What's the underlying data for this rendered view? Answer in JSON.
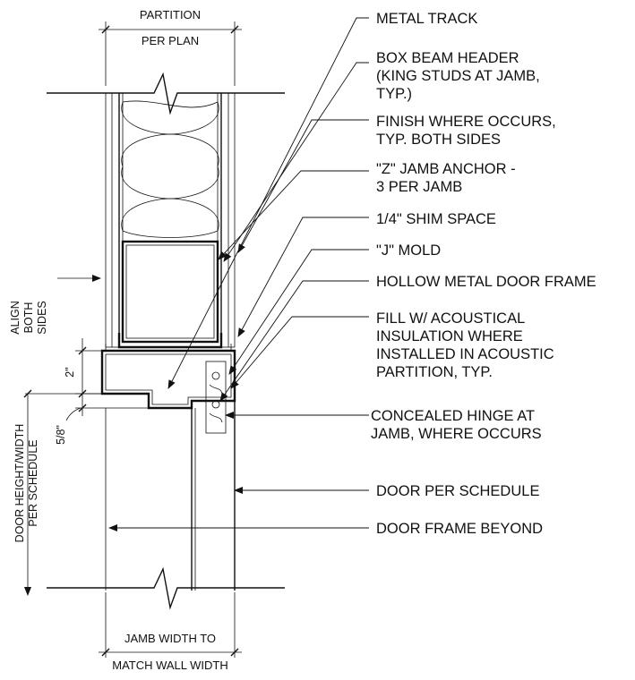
{
  "dimensions": {
    "partition_line1": "PARTITION",
    "partition_line2": "PER PLAN",
    "align_line1": "ALIGN",
    "align_line2": "BOTH",
    "align_line3": "SIDES",
    "two_inch": "2\"",
    "five_eighths": "5/8\"",
    "door_height_line1": "DOOR HEIGHT/WIDTH",
    "door_height_line2": "PER SCHEDULE",
    "jamb_width_line1": "JAMB WIDTH TO",
    "jamb_width_line2": "MATCH WALL WIDTH"
  },
  "callouts": [
    {
      "lines": [
        "METAL TRACK"
      ]
    },
    {
      "lines": [
        "BOX BEAM HEADER",
        "(KING STUDS AT JAMB,",
        "TYP.)"
      ]
    },
    {
      "lines": [
        "FINISH WHERE OCCURS,",
        "TYP. BOTH SIDES"
      ]
    },
    {
      "lines": [
        "\"Z\" JAMB ANCHOR -",
        "3 PER JAMB"
      ]
    },
    {
      "lines": [
        "1/4\" SHIM SPACE"
      ]
    },
    {
      "lines": [
        "\"J\" MOLD"
      ]
    },
    {
      "lines": [
        "HOLLOW METAL DOOR FRAME"
      ]
    },
    {
      "lines": [
        "FILL W/ ACOUSTICAL",
        "INSULATION WHERE",
        "INSTALLED IN ACOUSTIC",
        "PARTITION, TYP."
      ]
    },
    {
      "lines": [
        "CONCEALED HINGE AT",
        "JAMB, WHERE OCCURS"
      ]
    },
    {
      "lines": [
        "DOOR PER SCHEDULE"
      ]
    },
    {
      "lines": [
        "DOOR FRAME BEYOND"
      ]
    }
  ]
}
